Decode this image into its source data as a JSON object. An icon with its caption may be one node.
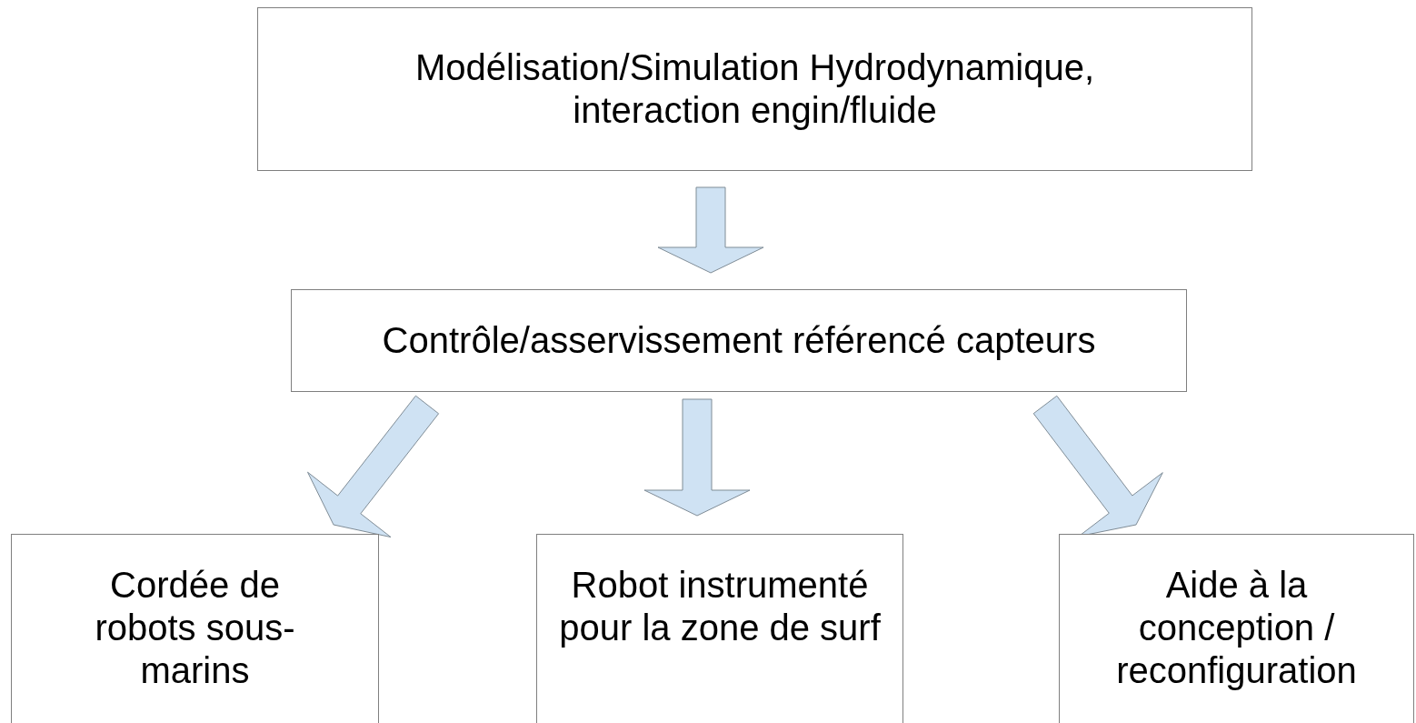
{
  "diagram": {
    "nodes": [
      {
        "text": [
          "Modélisation/Simulation Hydrodynamique, interaction engin/fluide"
        ]
      },
      {
        "text": [
          "Contrôle/asservissement référencé capteurs"
        ]
      },
      {
        "text": [
          "Cordée de robots sous-marins"
        ]
      },
      {
        "text": [
          "Robot instrumenté pour la zone de surf"
        ]
      },
      {
        "text": [
          "Aide à la conception / reconfiguration"
        ]
      }
    ],
    "edges": [
      {
        "from": 0,
        "to": 1,
        "arrow": "to"
      },
      {
        "from": 1,
        "to": 2,
        "arrow": "to"
      },
      {
        "from": 1,
        "to": 3,
        "arrow": "to"
      },
      {
        "from": 1,
        "to": 4,
        "arrow": "to"
      }
    ]
  }
}
